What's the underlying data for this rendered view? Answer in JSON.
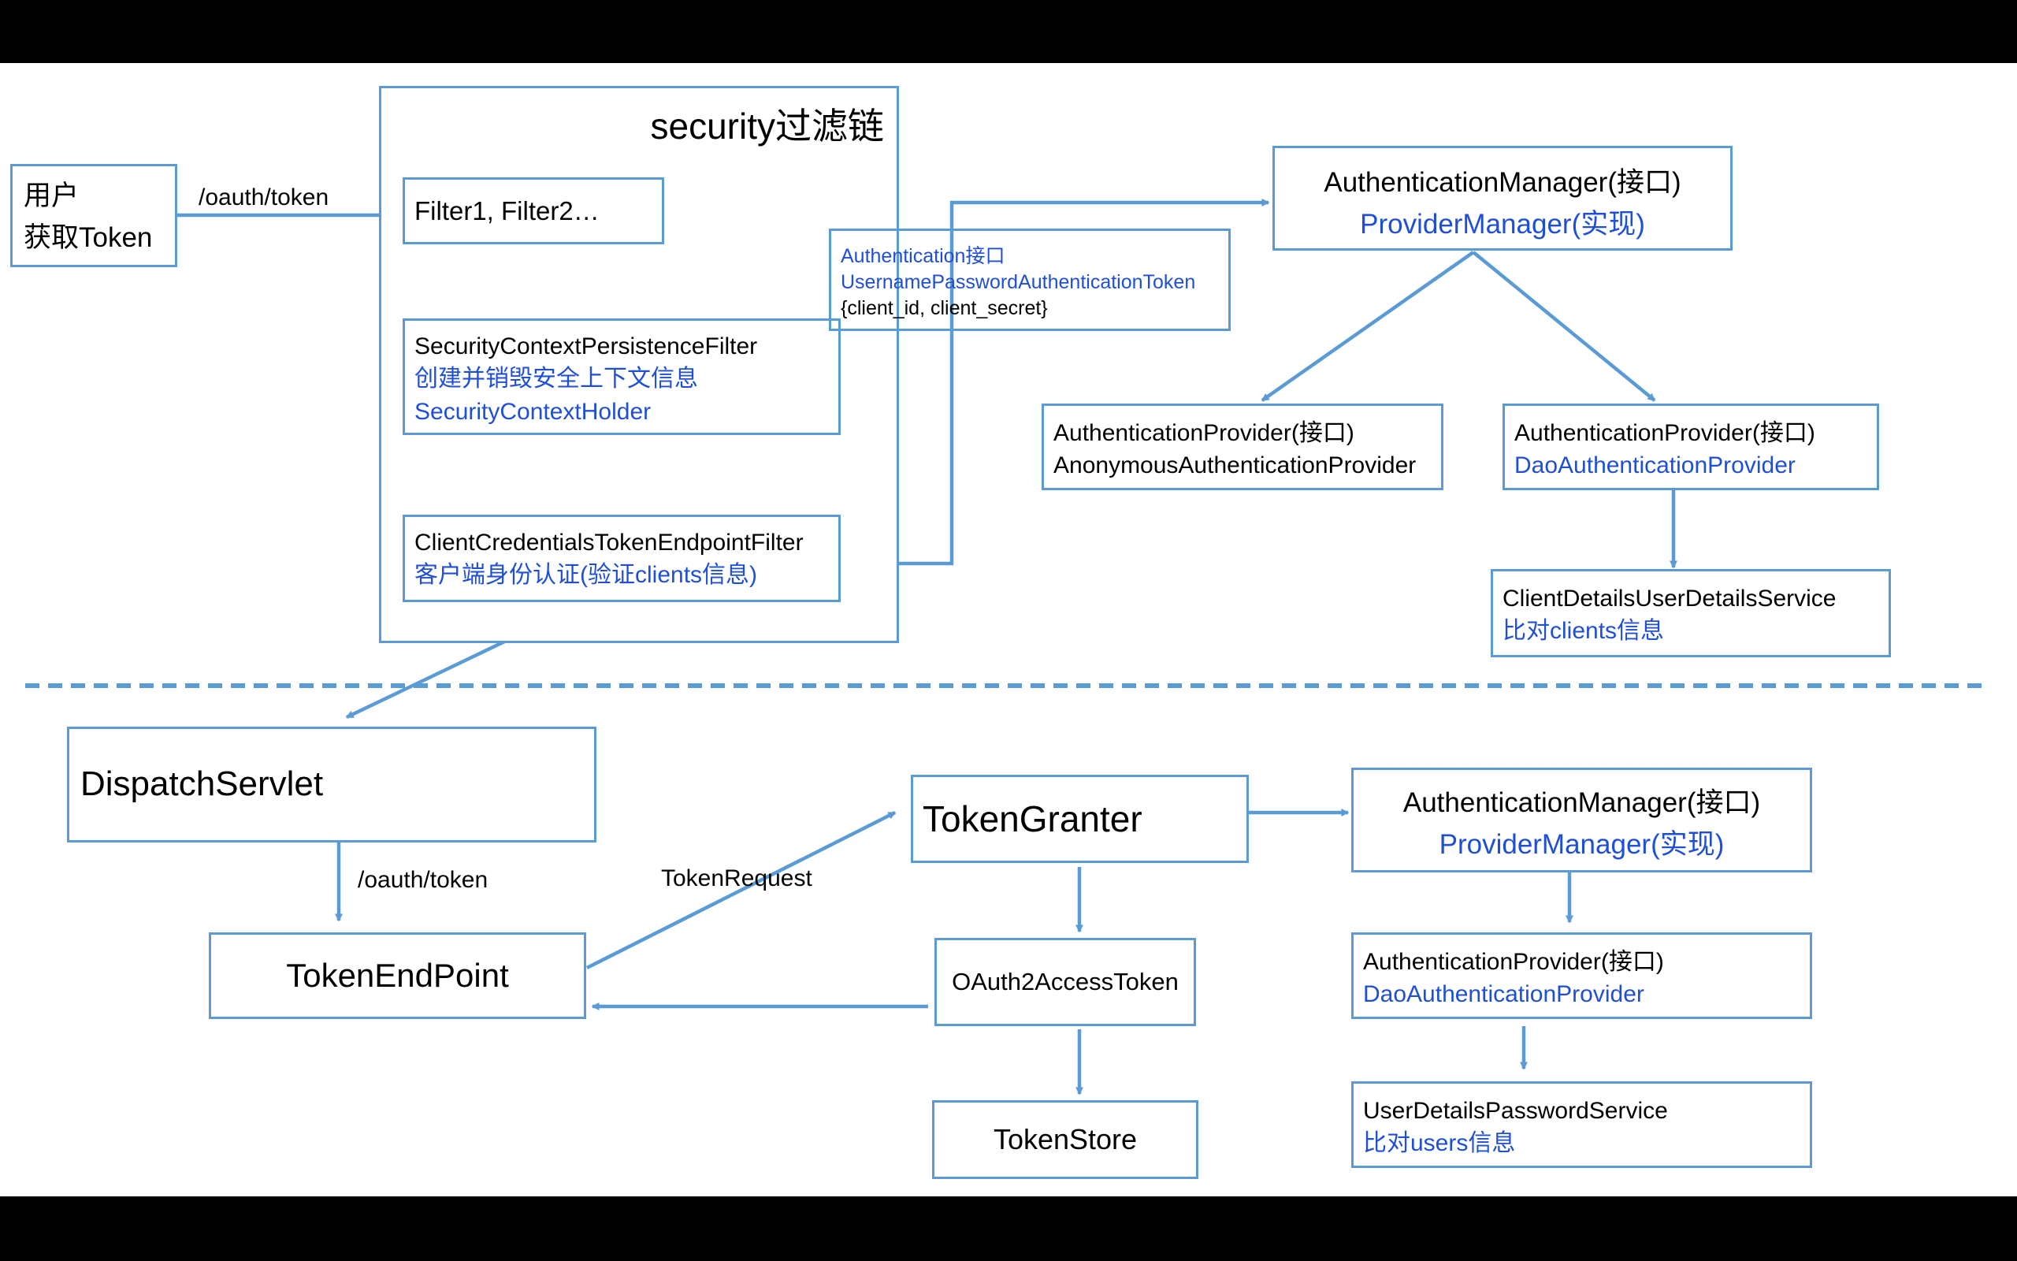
{
  "colors": {
    "line": "#5b9bd5",
    "accent_text": "#1f4fd6",
    "background": "#ffffff",
    "letterbox": "#000000"
  },
  "user": {
    "line1": "用户",
    "line2": "获取Token"
  },
  "labels": {
    "oauth_token_top": "/oauth/token",
    "oauth_token_bottom": "/oauth/token",
    "token_request": "TokenRequest"
  },
  "security_chain": {
    "title": "security过滤链"
  },
  "filter1": {
    "text": "Filter1, Filter2…"
  },
  "persistence_filter": {
    "name": "SecurityContextPersistenceFilter",
    "desc": "创建并销毁安全上下文信息",
    "holder": "SecurityContextHolder"
  },
  "client_filter": {
    "name": "ClientCredentialsTokenEndpointFilter",
    "desc": "客户端身份认证(验证clients信息)"
  },
  "auth_token_note": {
    "line1": "Authentication接口",
    "line2": "UsernamePasswordAuthenticationToken",
    "line3": "{client_id, client_secret}"
  },
  "auth_manager_top": {
    "name": "AuthenticationManager(接口)",
    "impl": "ProviderManager(实现)"
  },
  "anon_provider": {
    "name": "AuthenticationProvider(接口)",
    "impl": "AnonymousAuthenticationProvider"
  },
  "dao_provider_top": {
    "name": "AuthenticationProvider(接口)",
    "impl": "DaoAuthenticationProvider"
  },
  "client_details_service": {
    "name": "ClientDetailsUserDetailsService",
    "desc": "比对clients信息"
  },
  "dispatch_servlet": {
    "text": "DispatchServlet"
  },
  "token_endpoint": {
    "text": "TokenEndPoint"
  },
  "token_granter": {
    "text": "TokenGranter"
  },
  "access_token": {
    "text": "OAuth2AccessToken"
  },
  "token_store": {
    "text": "TokenStore"
  },
  "auth_manager_bottom": {
    "name": "AuthenticationManager(接口)",
    "impl": "ProviderManager(实现)"
  },
  "dao_provider_bottom": {
    "name": "AuthenticationProvider(接口)",
    "impl": "DaoAuthenticationProvider"
  },
  "user_details_service": {
    "name": "UserDetailsPasswordService",
    "desc": "比对users信息"
  }
}
